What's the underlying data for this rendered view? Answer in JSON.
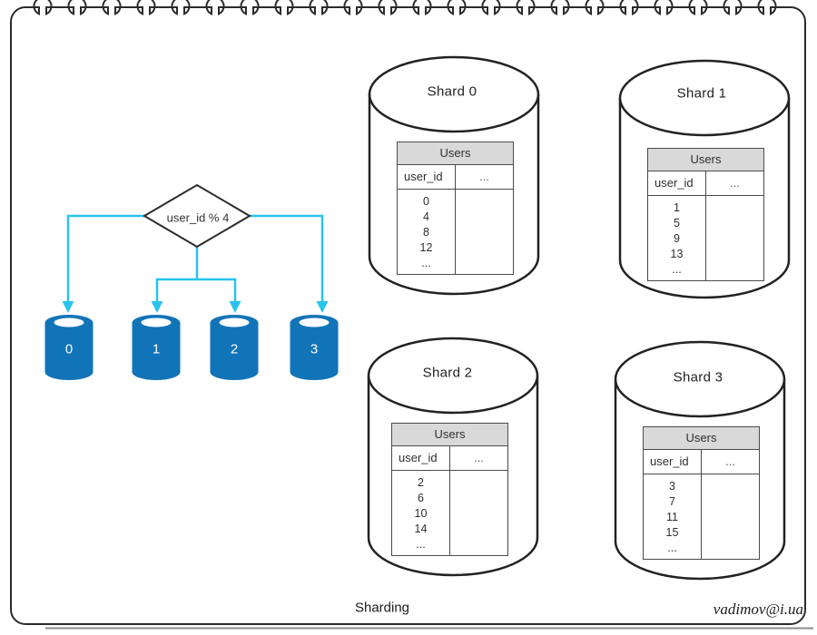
{
  "page": {
    "caption": "Sharding",
    "credit": "vadimov@i.ua"
  },
  "flowchart": {
    "decision_label": "user_id % 4",
    "buckets": [
      "0",
      "1",
      "2",
      "3"
    ]
  },
  "shards": [
    {
      "title": "Shard 0",
      "table": {
        "title": "Users",
        "columns": [
          "user_id",
          "..."
        ],
        "user_ids": [
          "0",
          "4",
          "8",
          "12",
          "..."
        ]
      }
    },
    {
      "title": "Shard 1",
      "table": {
        "title": "Users",
        "columns": [
          "user_id",
          "..."
        ],
        "user_ids": [
          "1",
          "5",
          "9",
          "13",
          "..."
        ]
      }
    },
    {
      "title": "Shard 2",
      "table": {
        "title": "Users",
        "columns": [
          "user_id",
          "..."
        ],
        "user_ids": [
          "2",
          "6",
          "10",
          "14",
          "..."
        ]
      }
    },
    {
      "title": "Shard 3",
      "table": {
        "title": "Users",
        "columns": [
          "user_id",
          "..."
        ],
        "user_ids": [
          "3",
          "7",
          "11",
          "15",
          "..."
        ]
      }
    }
  ],
  "colors": {
    "database_blue": "#1274b8",
    "connector_cyan": "#29c3ee",
    "table_header_bg": "#d9d9d9",
    "outline_dark": "#2b2b2b"
  }
}
